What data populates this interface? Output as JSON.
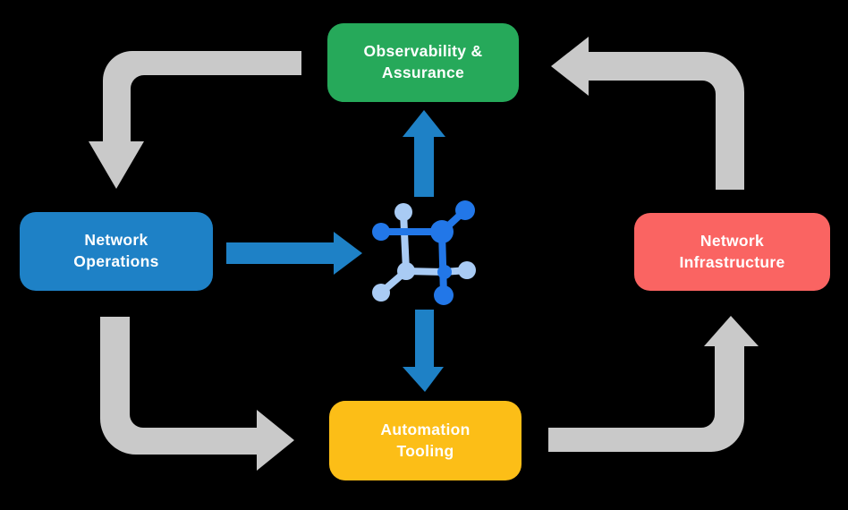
{
  "nodes": {
    "observability": {
      "lines": [
        "Observability &",
        "Assurance"
      ],
      "color": "#26A95A"
    },
    "operations": {
      "lines": [
        "Network",
        "Operations"
      ],
      "color": "#1E81C6"
    },
    "automation": {
      "lines": [
        "Automation",
        "Tooling"
      ],
      "color": "#FCBE17"
    },
    "infrastructure": {
      "lines": [
        "Network",
        "Infrastructure"
      ],
      "color": "#FA6462"
    }
  },
  "center": {
    "icon": "network-mesh-icon"
  },
  "edges": [
    {
      "from": "observability",
      "to": "operations",
      "style": "gray-elbow"
    },
    {
      "from": "operations",
      "to": "automation",
      "style": "gray-elbow"
    },
    {
      "from": "automation",
      "to": "infrastructure",
      "style": "gray-elbow"
    },
    {
      "from": "infrastructure",
      "to": "observability",
      "style": "gray-elbow"
    },
    {
      "from": "operations",
      "to": "center",
      "style": "blue-straight"
    },
    {
      "from": "center",
      "to": "observability",
      "style": "blue-straight"
    },
    {
      "from": "center",
      "to": "automation",
      "style": "blue-straight"
    }
  ],
  "colors": {
    "background": "#000000",
    "box-text": "#FFFFFF",
    "green": "#26A95A",
    "blue": "#1E81C6",
    "yellow": "#FCBE17",
    "red": "#FA6462",
    "gray-arrow": "#C9C9C9",
    "blue-arrow": "#1E81C6",
    "icon-dark-blue": "#2277E8",
    "icon-light-blue": "#A9CBF4"
  }
}
